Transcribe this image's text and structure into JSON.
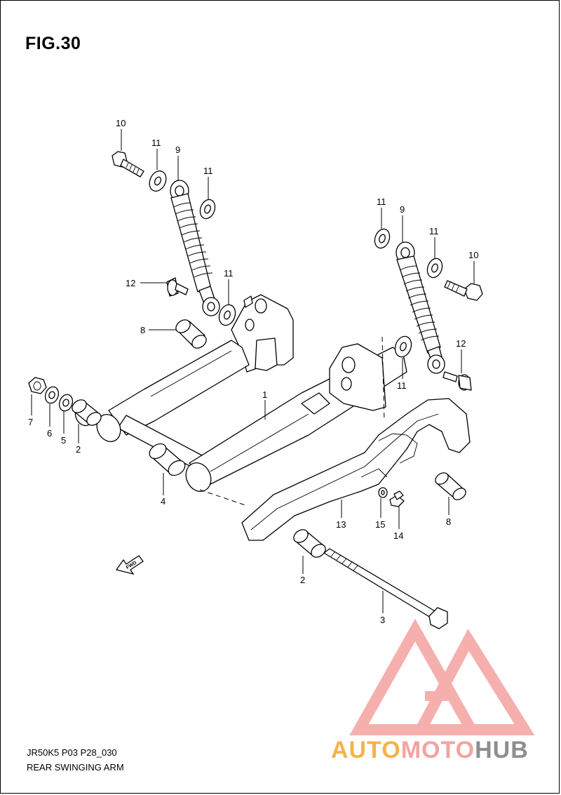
{
  "figure": {
    "title": "FIG.30",
    "code": "JR50K5 P03 P28_030",
    "name": "REAR SWINGING ARM"
  },
  "callouts": {
    "c10a": "10",
    "c11a": "11",
    "c9a": "9",
    "c11b": "11",
    "c12a": "12",
    "c11c": "11",
    "c8a": "8",
    "c11d": "11",
    "c9b": "9",
    "c11e": "11",
    "c10b": "10",
    "c12b": "12",
    "c11f": "11",
    "c1": "1",
    "c7": "7",
    "c6": "6",
    "c5": "5",
    "c2a": "2",
    "c4": "4",
    "c13": "13",
    "c15": "15",
    "c14": "14",
    "c8b": "8",
    "c2b": "2",
    "c3": "3"
  },
  "fwd_label": "FWD",
  "watermark": {
    "part1": "AUTO",
    "part2": "MOTO",
    "part3": "HUB",
    "colors": {
      "orange": "#f6b24a",
      "pink": "#f4a3a1",
      "gray": "#8e8e8e"
    }
  }
}
